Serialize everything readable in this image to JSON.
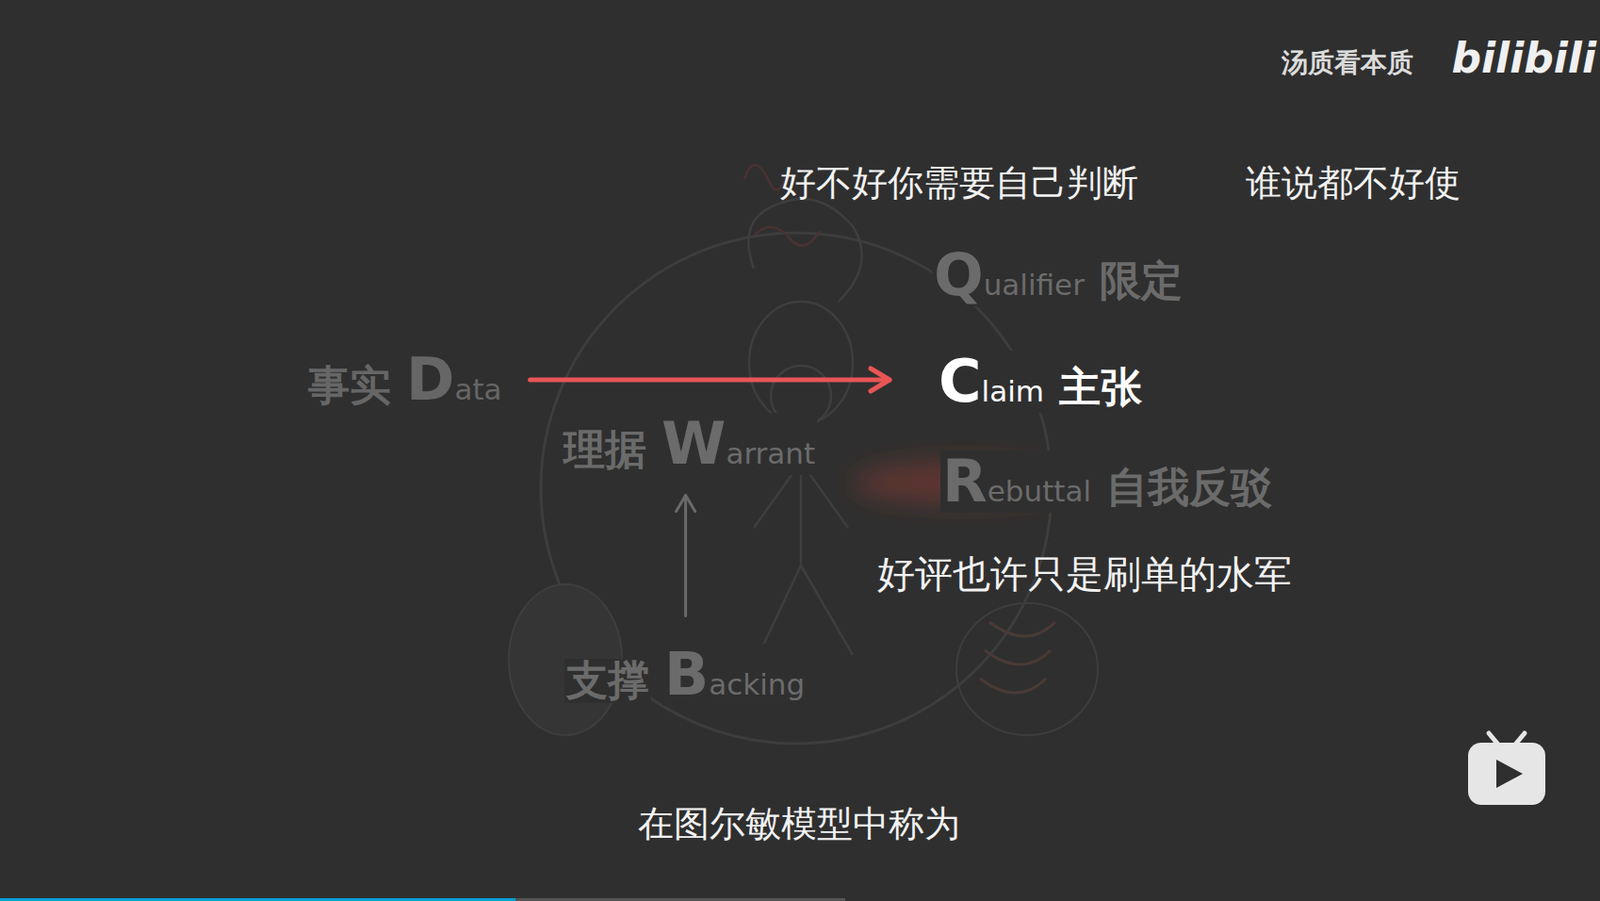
{
  "diagram": {
    "nodes": [
      {
        "text": [
          "Qualifier",
          "限定"
        ]
      },
      {
        "text": [
          "事实",
          "Data"
        ]
      },
      {
        "text": [
          "Claim",
          "主张"
        ]
      },
      {
        "text": [
          "理据",
          "Warrant"
        ]
      },
      {
        "text": [
          "Rebuttal",
          "自我反驳"
        ]
      },
      {
        "text": [
          "支撑",
          "Backing"
        ]
      }
    ],
    "edges": [
      {
        "from": 1,
        "to": 2,
        "arrow": "to"
      },
      {
        "from": 5,
        "to": 3,
        "arrow": "to"
      }
    ],
    "labels": [
      "汤质看本质",
      "bilibili",
      "好不好你需要自己判断",
      "谁说都不好使",
      "好评也许只是刷单的水军",
      "在图尔敏模型中称为"
    ]
  }
}
